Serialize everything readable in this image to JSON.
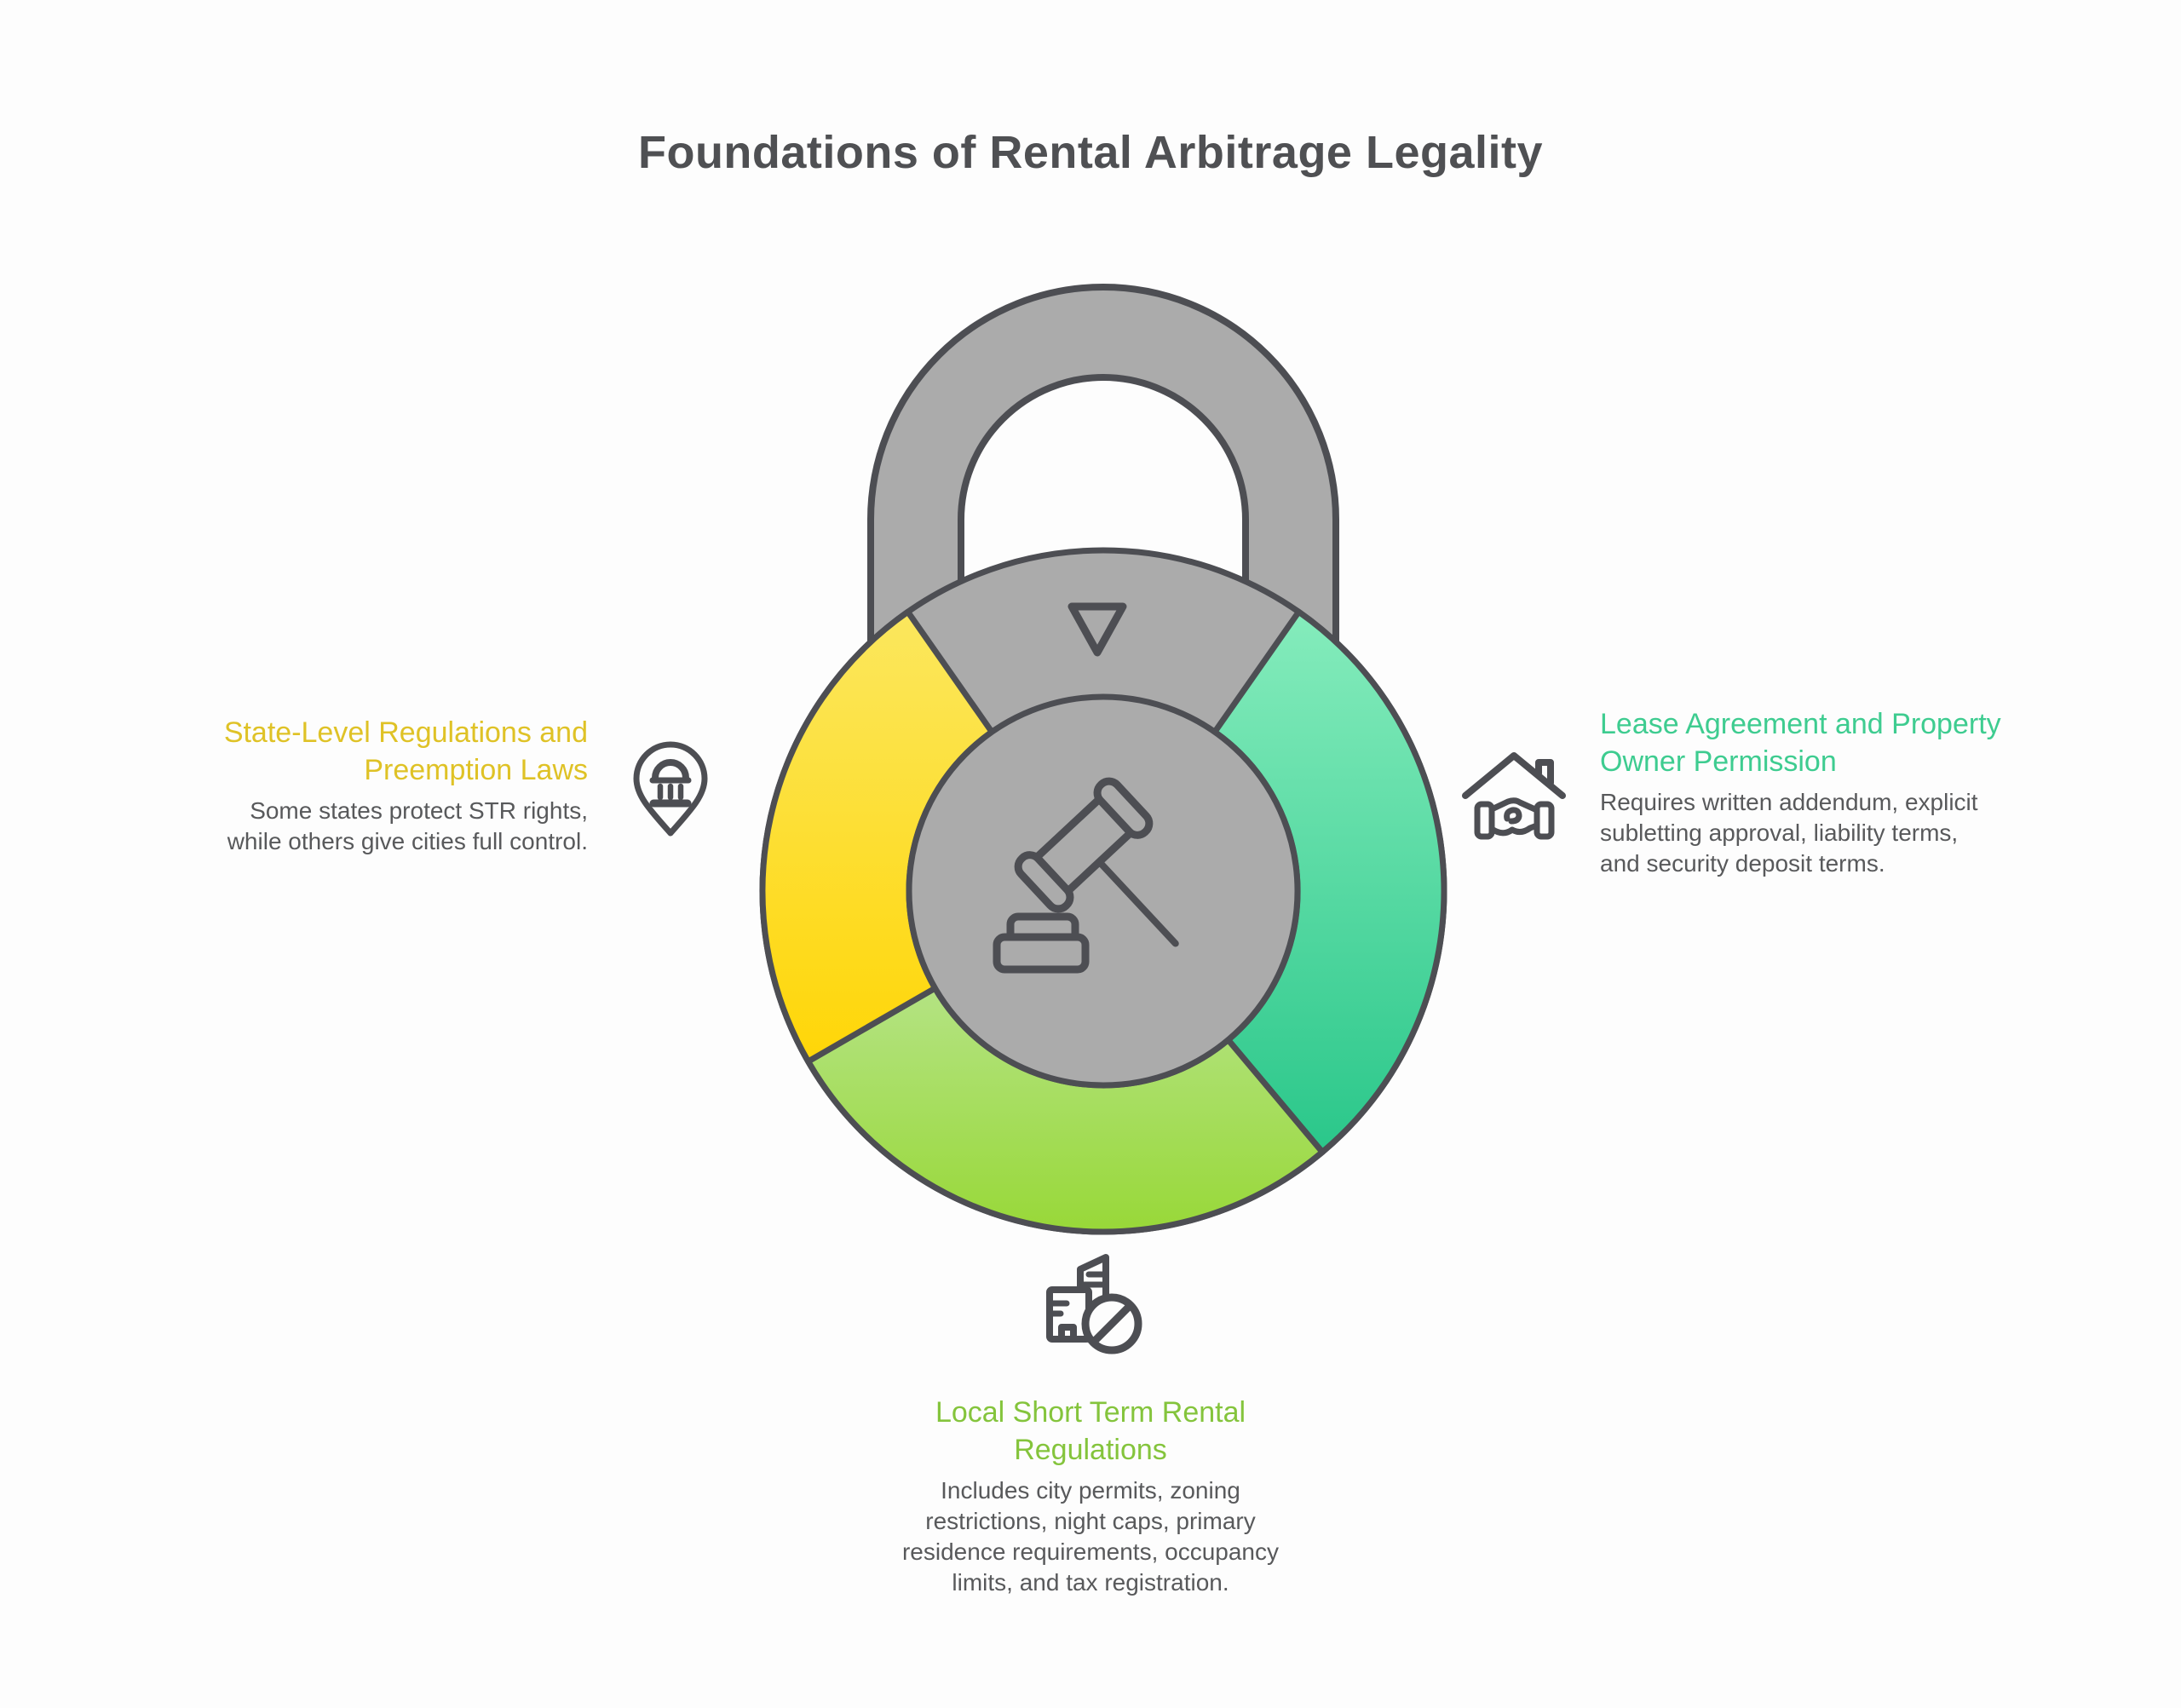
{
  "title": "Foundations of Rental Arbitrage Legality",
  "colors": {
    "background": "#FDFDFD",
    "outline": "#4D4E53",
    "gray_fill": "#ABABAB",
    "title_text": "#4F5053",
    "body_text": "#58595B",
    "accent_yellow": "#DFC226",
    "accent_teal": "#3ECC90",
    "accent_green": "#84C43C",
    "yellow_light": "#FBE75E",
    "yellow_deep": "#FFD607",
    "teal_light": "#85ECBC",
    "teal_deep": "#2AC78A",
    "green_light": "#B4E383",
    "green_deep": "#98D838"
  },
  "center_graphic": {
    "type": "padlock with three-segment dial ring",
    "center_icon": "gavel-icon",
    "dial_marker": "triangle-down"
  },
  "sections": [
    {
      "id": "state-level",
      "position": "left",
      "segment_color_light": "#FBE75E",
      "segment_color_deep": "#FFD607",
      "icon": "landmark-pin-icon",
      "title": "State-Level Regulations and\nPreemption Laws",
      "description": "Some states protect STR rights,\nwhile others give cities full control."
    },
    {
      "id": "lease-agreement",
      "position": "right",
      "segment_color_light": "#85ECBC",
      "segment_color_deep": "#2AC78A",
      "icon": "house-handshake-icon",
      "title": "Lease Agreement and Property\nOwner Permission",
      "description": "Requires written addendum, explicit\nsubletting approval, liability terms,\nand security deposit terms."
    },
    {
      "id": "local-str",
      "position": "bottom",
      "segment_color_light": "#B4E383",
      "segment_color_deep": "#98D838",
      "icon": "building-ban-icon",
      "title": "Local Short Term Rental\nRegulations",
      "description": "Includes city permits, zoning\nrestrictions, night caps, primary\nresidence requirements, occupancy\nlimits, and tax registration."
    }
  ]
}
